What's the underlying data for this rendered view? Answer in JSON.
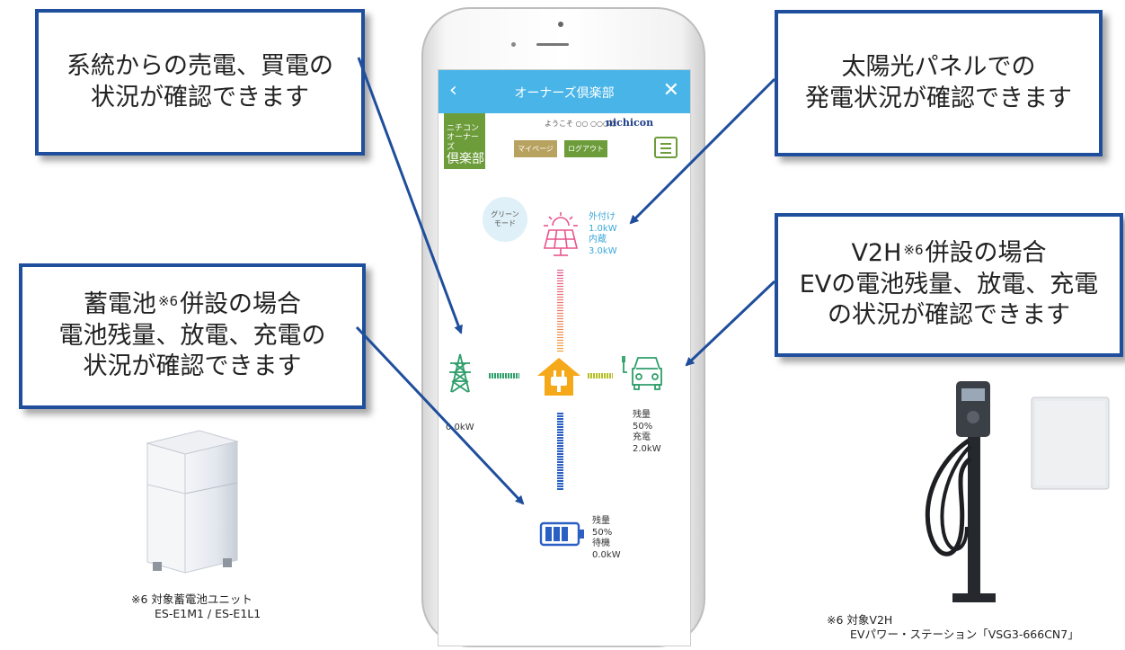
{
  "callouts": {
    "grid": {
      "line1": "系統からの売電、買電の",
      "line2": "状況が確認できます"
    },
    "solar": {
      "line1": "太陽光パネルでの",
      "line2": "発電状況が確認できます"
    },
    "battery": {
      "line1_a": "蓄電池",
      "line1_sup": "※6",
      "line1_b": "併設の場合",
      "line2": "電池残量、放電、充電の",
      "line3": "状況が確認できます"
    },
    "v2h": {
      "line1_a": "V2H",
      "line1_sup": "※6",
      "line1_b": "併設の場合",
      "line2": "EVの電池残量、放電、充電",
      "line3": "の状況が確認できます"
    }
  },
  "app": {
    "title": "オーナーズ倶楽部",
    "back_icon": "‹",
    "close_icon": "✕",
    "logo": {
      "line1": "ニチコン",
      "line2": "オーナーズ",
      "line3": "倶楽部"
    },
    "welcome": "ようこそ ○○ ○○○様",
    "brand": "nichicon",
    "mypage_label": "マイページ",
    "logout_label": "ログアウト",
    "green_mode": {
      "line1": "グリーン",
      "line2": "モード"
    },
    "solar": {
      "external_label": "外付け",
      "external_value": "1.0kW",
      "internal_label": "内蔵",
      "internal_value": "3.0kW"
    },
    "grid_value": "0.0kW",
    "ev": {
      "remaining_label": "残量",
      "remaining_value": "50%",
      "status_label": "充電",
      "status_value": "2.0kW"
    },
    "battery": {
      "remaining_label": "残量",
      "remaining_value": "50%",
      "status_label": "待機",
      "status_value": "0.0kW"
    },
    "icons": [
      "tower-icon",
      "solar-panel-icon",
      "home-plug-icon",
      "ev-car-icon",
      "battery-icon",
      "menu-icon"
    ]
  },
  "captions": {
    "battery_unit": {
      "line1": "※6 対象蓄電池ユニット",
      "line2": "ES-E1M1 / ES-E1L1"
    },
    "v2h_unit": {
      "line1": "※6 対象V2H",
      "line2": "EVパワー・ステーション「VSG3-666CN7」"
    }
  },
  "colors": {
    "accent_blue": "#1f4e9c",
    "app_bar": "#48b4e8",
    "logo_green": "#6d9c3a",
    "solar_pink": "#e8558c",
    "grid_green": "#2e9e6a",
    "battery_blue": "#2a5fc4",
    "home_orange": "#f6a81b"
  }
}
